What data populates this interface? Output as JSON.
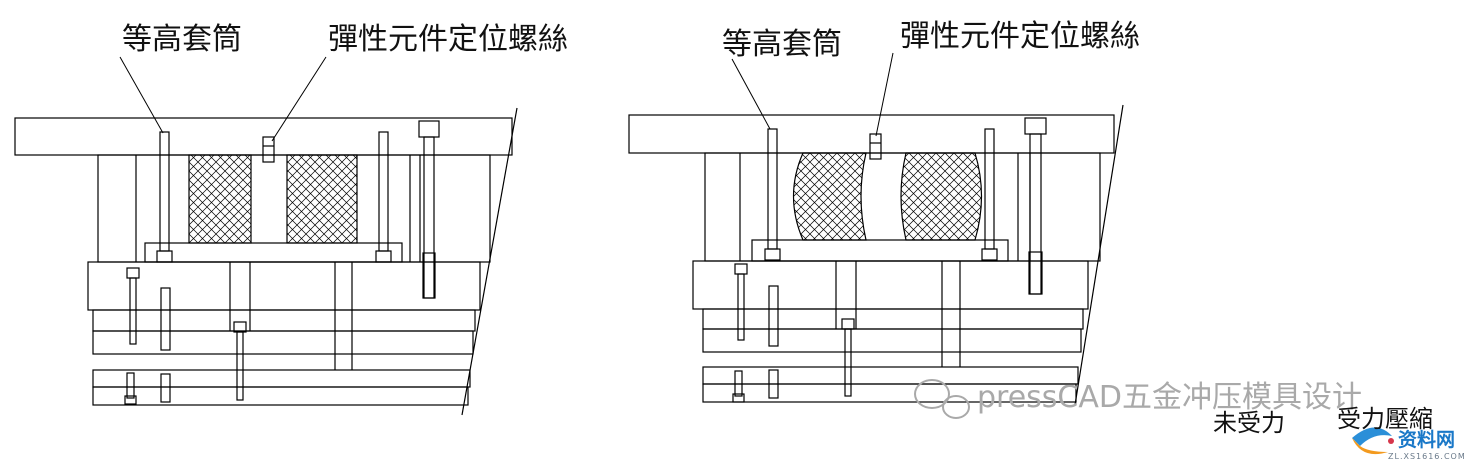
{
  "labels": {
    "left_sleeve": "等高套筒",
    "left_screw": "彈性元件定位螺絲",
    "right_sleeve": "等高套筒",
    "right_screw": "彈性元件定位螺絲"
  },
  "captions": {
    "unloaded": "未受力",
    "loaded": "受力壓縮"
  },
  "watermark": {
    "text": "pressCAD五金冲压模具设计"
  },
  "logo": {
    "name": "资料网",
    "url_text": "ZL.XS1616.COM"
  },
  "colors": {
    "line": "#000000",
    "watermark": "#a9a9a9",
    "logo_blue": "#1a78c8"
  }
}
